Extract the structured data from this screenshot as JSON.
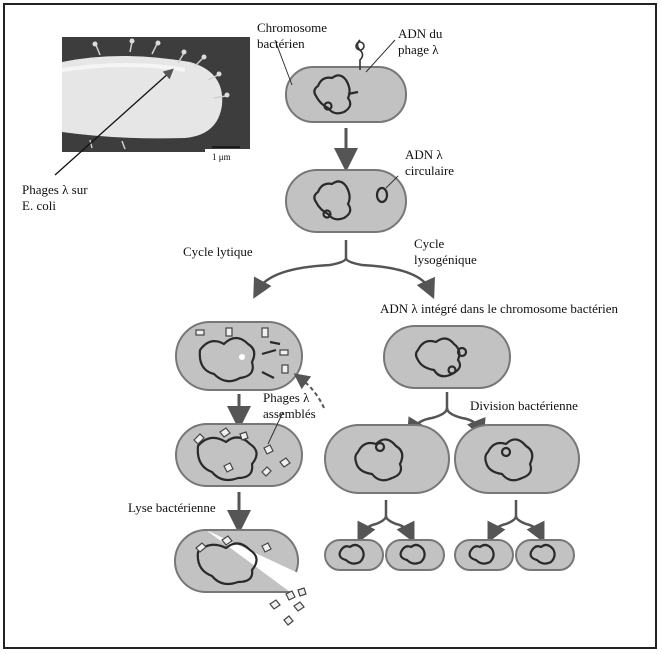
{
  "labels": {
    "chromosome": "Chromosome\nbactérien",
    "adn_phage": "ADN du\nphage λ",
    "adn_circulaire": "ADN λ\ncirculaire",
    "phages_sur_ecoli": "Phages λ sur\nE. coli",
    "scale": "1 μm",
    "cycle_lytique": "Cycle lytique",
    "cycle_lysogenique": "Cycle\nlysogénique",
    "adn_integre": "ADN λ intégré dans le chromosome bactérien",
    "phages_assembles": "Phages λ\nassemblés",
    "division": "Division bactérienne",
    "lyse": "Lyse bactérienne"
  },
  "colors": {
    "cell_fill": "#c2c2c2",
    "cell_stroke": "#777777",
    "dna": "#2a2a2a",
    "arrow": "#555555"
  }
}
